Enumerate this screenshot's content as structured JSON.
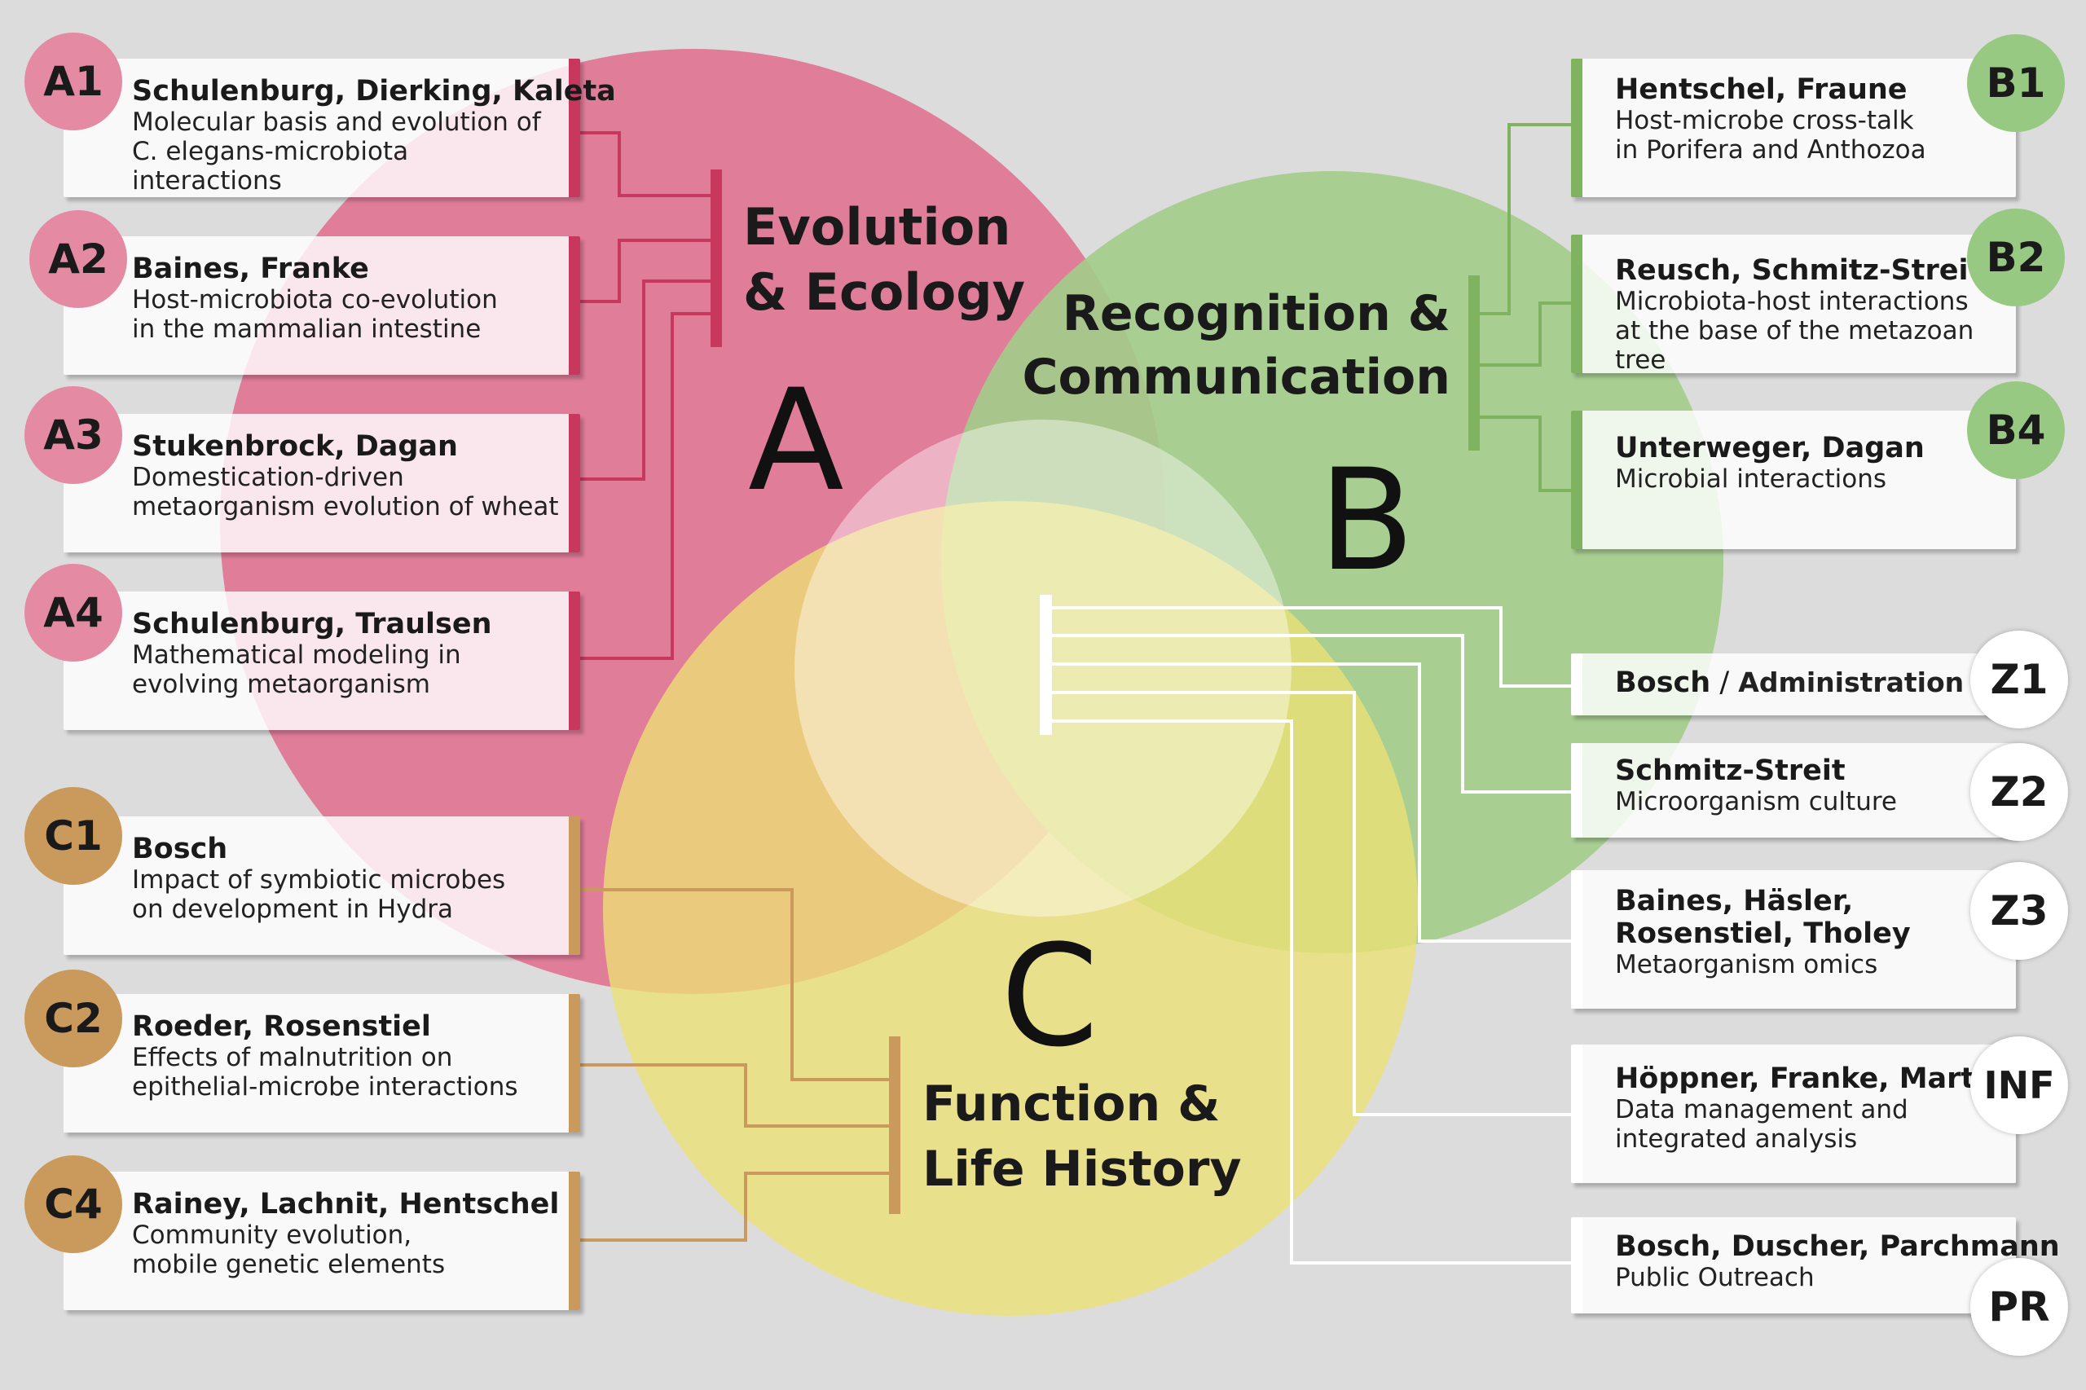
{
  "colors": {
    "background": "#dcdcdc",
    "area_a": "#e07a97",
    "area_b": "#a3cc8b",
    "area_c": "#ede274",
    "accent_a": "#c8385e",
    "accent_b": "#7fb35f",
    "accent_c": "#c99a5b",
    "badge_a": "#e48aa3",
    "badge_b": "#98c983",
    "badge_c": "#c99a5b"
  },
  "areas": {
    "a": {
      "letter": "A",
      "title_line1": "Evolution",
      "title_line2": "& Ecology"
    },
    "b": {
      "letter": "B",
      "title_line1": "Recognition &",
      "title_line2": "Communication"
    },
    "c": {
      "letter": "C",
      "title_line1": "Function &",
      "title_line2": "Life History"
    }
  },
  "projects_a": [
    {
      "code": "A1",
      "names": "Schulenburg, Dierking, Kaleta",
      "desc1": "Molecular basis and evolution of",
      "desc2": "C. elegans-microbiota interactions"
    },
    {
      "code": "A2",
      "names": "Baines, Franke",
      "desc1": "Host-microbiota co-evolution",
      "desc2": "in the mammalian intestine"
    },
    {
      "code": "A3",
      "names": "Stukenbrock, Dagan",
      "desc1": "Domestication-driven",
      "desc2": "metaorganism evolution of wheat"
    },
    {
      "code": "A4",
      "names": "Schulenburg, Traulsen",
      "desc1": "Mathematical modeling in",
      "desc2": "evolving metaorganism"
    }
  ],
  "projects_c": [
    {
      "code": "C1",
      "names": "Bosch",
      "desc1": "Impact of symbiotic microbes",
      "desc2": "on development in Hydra"
    },
    {
      "code": "C2",
      "names": "Roeder, Rosenstiel",
      "desc1": "Effects of malnutrition on",
      "desc2": "epithelial-microbe interactions"
    },
    {
      "code": "C4",
      "names": "Rainey, Lachnit, Hentschel",
      "desc1": "Community evolution,",
      "desc2": "mobile genetic elements"
    }
  ],
  "projects_b": [
    {
      "code": "B1",
      "names": "Hentschel, Fraune",
      "desc1": "Host-microbe cross-talk",
      "desc2": "in Porifera and Anthozoa"
    },
    {
      "code": "B2",
      "names": "Reusch, Schmitz-Streit",
      "desc1": "Microbiota-host interactions",
      "desc2": "at the base of the metazoan tree"
    },
    {
      "code": "B4",
      "names": "Unterweger, Dagan",
      "desc1": "Microbial interactions",
      "desc2": ""
    }
  ],
  "projects_z": [
    {
      "code": "Z1",
      "names": "Bosch",
      "sep": " / ",
      "extra": "Administration",
      "desc1": "",
      "desc2": ""
    },
    {
      "code": "Z2",
      "names": "Schmitz-Streit",
      "desc1": "Microorganism culture",
      "desc2": ""
    },
    {
      "code": "Z3",
      "names": "Baines, Häsler,",
      "names2": "Rosenstiel, Tholey",
      "desc1": "Metaorganism omics",
      "desc2": ""
    },
    {
      "code": "INF",
      "names": "Höppner, Franke, Marten",
      "desc1": "Data management and",
      "desc2": "integrated analysis"
    },
    {
      "code": "PR",
      "names": "Bosch, Duscher, Parchmann",
      "desc1": "Public Outreach",
      "desc2": ""
    }
  ]
}
